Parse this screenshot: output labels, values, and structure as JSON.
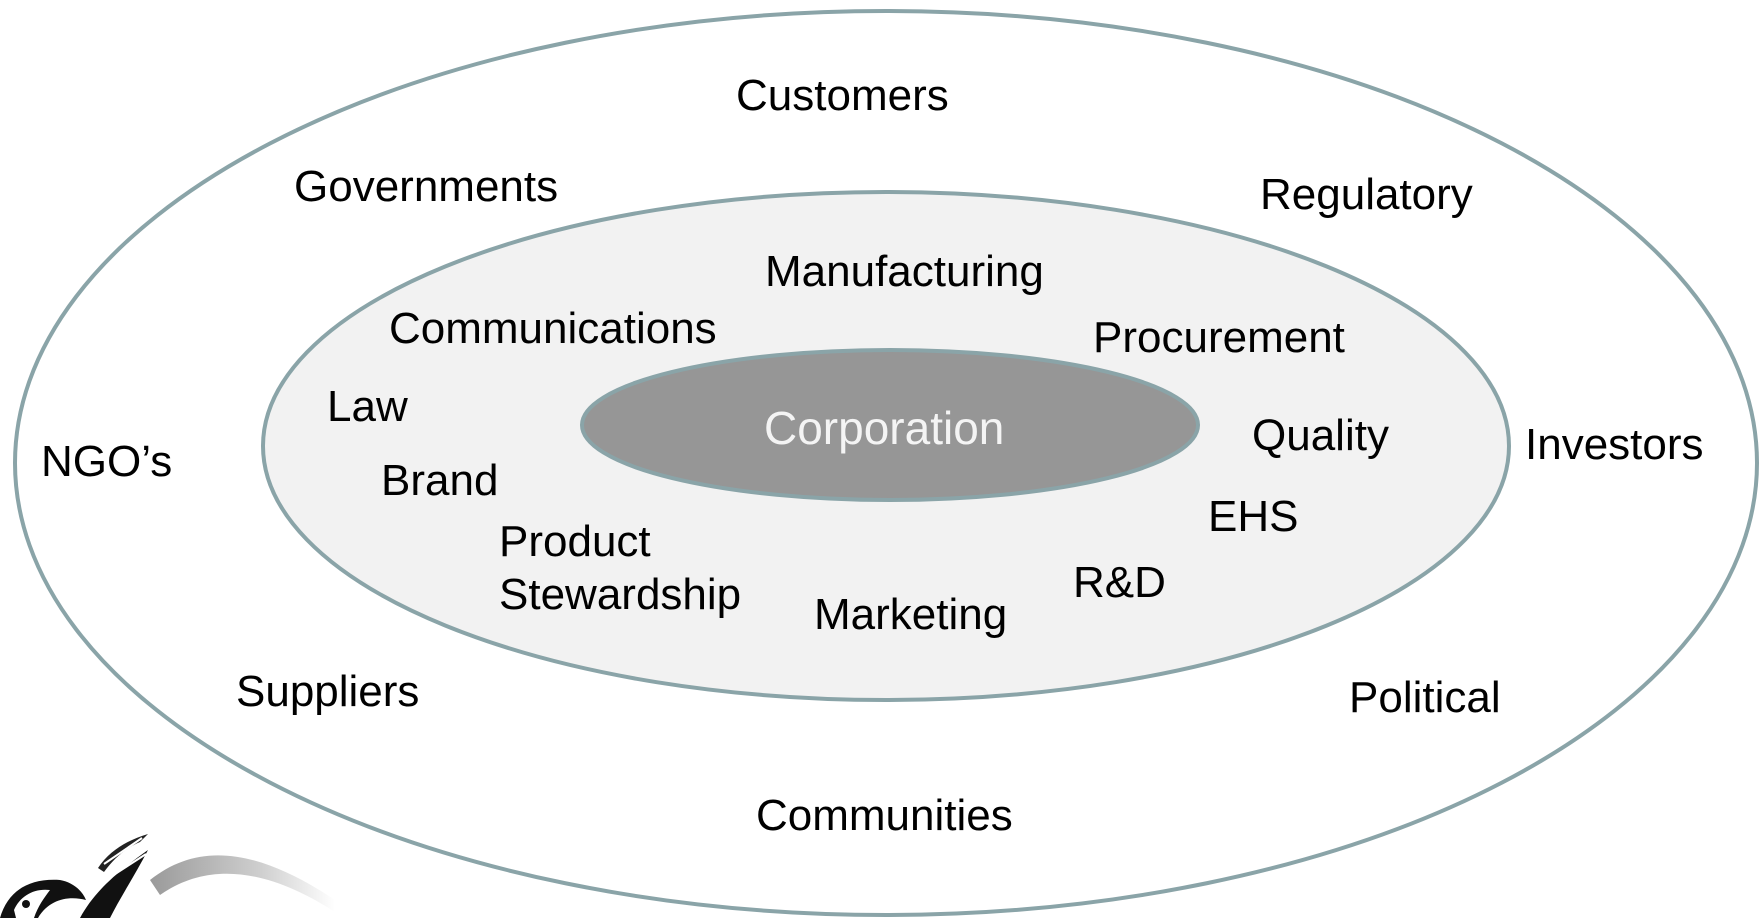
{
  "colors": {
    "ring_stroke": "#8aa4a8",
    "middle_fill": "#f2f2f2",
    "core_fill": "#969696",
    "core_text": "#f4f4f4",
    "text": "#000000"
  },
  "diagram": {
    "core": {
      "label": "Corporation"
    },
    "internal": {
      "manufacturing": "Manufacturing",
      "communications": "Communications",
      "procurement": "Procurement",
      "law": "Law",
      "quality": "Quality",
      "brand": "Brand",
      "ehs": "EHS",
      "product_stewardship": [
        "Product",
        "Stewardship"
      ],
      "rnd": "R&D",
      "marketing": "Marketing"
    },
    "external": {
      "customers": "Customers",
      "governments": "Governments",
      "regulatory": "Regulatory",
      "ngos": "NGO’s",
      "investors": "Investors",
      "suppliers": "Suppliers",
      "political": "Political",
      "communities": "Communities"
    }
  },
  "logo": {
    "icon": "bird-logo-icon"
  }
}
